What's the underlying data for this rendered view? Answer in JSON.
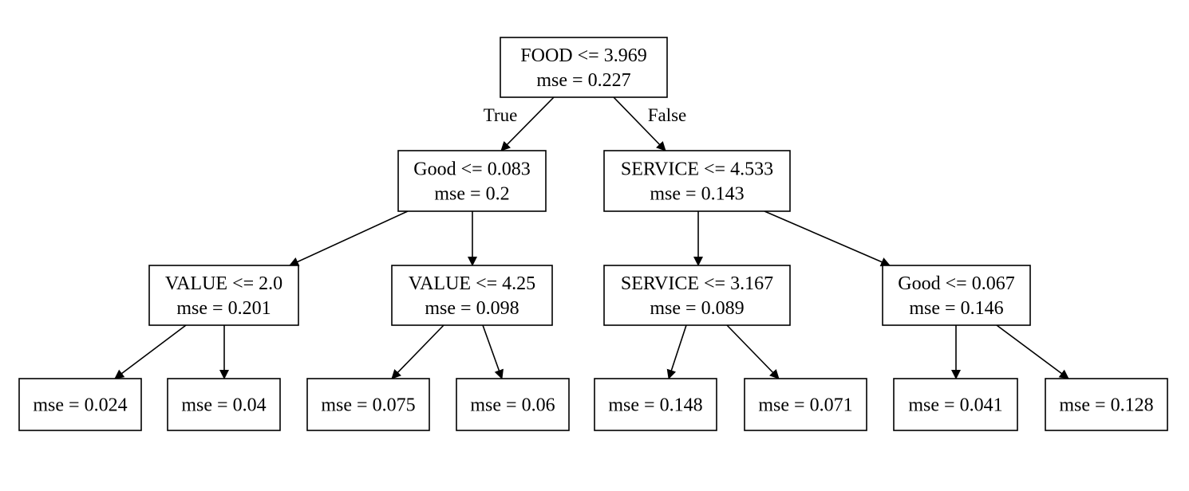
{
  "tree": {
    "nodes": [
      {
        "id": "n0",
        "lines": [
          "FOOD  <= 3.969",
          "mse = 0.227"
        ]
      },
      {
        "id": "n1",
        "lines": [
          "Good <= 0.083",
          "mse = 0.2"
        ]
      },
      {
        "id": "n2",
        "lines": [
          "SERVICE <= 4.533",
          "mse = 0.143"
        ]
      },
      {
        "id": "n3",
        "lines": [
          "VALUE <= 2.0",
          "mse = 0.201"
        ]
      },
      {
        "id": "n4",
        "lines": [
          "VALUE <= 4.25",
          "mse = 0.098"
        ]
      },
      {
        "id": "n5",
        "lines": [
          "SERVICE <= 3.167",
          "mse = 0.089"
        ]
      },
      {
        "id": "n6",
        "lines": [
          "Good <= 0.067",
          "mse = 0.146"
        ]
      },
      {
        "id": "n7",
        "lines": [
          "mse = 0.024"
        ]
      },
      {
        "id": "n8",
        "lines": [
          "mse = 0.04"
        ]
      },
      {
        "id": "n9",
        "lines": [
          "mse = 0.075"
        ]
      },
      {
        "id": "n10",
        "lines": [
          "mse = 0.06"
        ]
      },
      {
        "id": "n11",
        "lines": [
          "mse = 0.148"
        ]
      },
      {
        "id": "n12",
        "lines": [
          "mse = 0.071"
        ]
      },
      {
        "id": "n13",
        "lines": [
          "mse = 0.041"
        ]
      },
      {
        "id": "n14",
        "lines": [
          "mse = 0.128"
        ]
      }
    ],
    "edges": [
      {
        "from": "n0",
        "to": "n1",
        "label": "True"
      },
      {
        "from": "n0",
        "to": "n2",
        "label": "False"
      },
      {
        "from": "n1",
        "to": "n3"
      },
      {
        "from": "n1",
        "to": "n4"
      },
      {
        "from": "n2",
        "to": "n5"
      },
      {
        "from": "n2",
        "to": "n6"
      },
      {
        "from": "n3",
        "to": "n7"
      },
      {
        "from": "n3",
        "to": "n8"
      },
      {
        "from": "n4",
        "to": "n9"
      },
      {
        "from": "n4",
        "to": "n10"
      },
      {
        "from": "n5",
        "to": "n11"
      },
      {
        "from": "n5",
        "to": "n12"
      },
      {
        "from": "n6",
        "to": "n13"
      },
      {
        "from": "n6",
        "to": "n14"
      }
    ]
  }
}
